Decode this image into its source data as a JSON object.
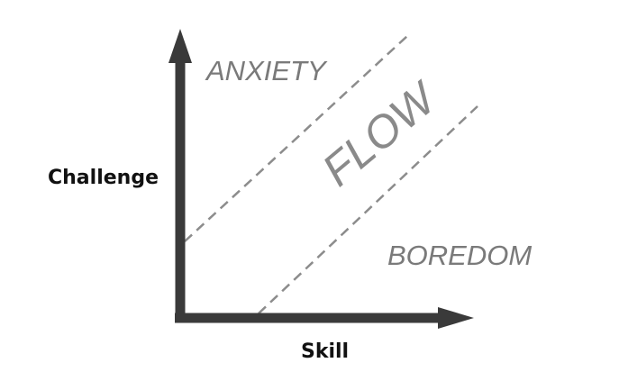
{
  "axes": {
    "y_label": "Challenge",
    "x_label": "Skill"
  },
  "regions": {
    "anxiety": "ANXIETY",
    "flow": "FLOW",
    "boredom": "BOREDOM"
  },
  "colors": {
    "axis": "#3a3a3a",
    "axis_label": "#111111",
    "region_text": "#7a7a7a",
    "flow_text": "#8a8a8a",
    "dashed_line": "#8c8c8c",
    "background": "#ffffff"
  }
}
